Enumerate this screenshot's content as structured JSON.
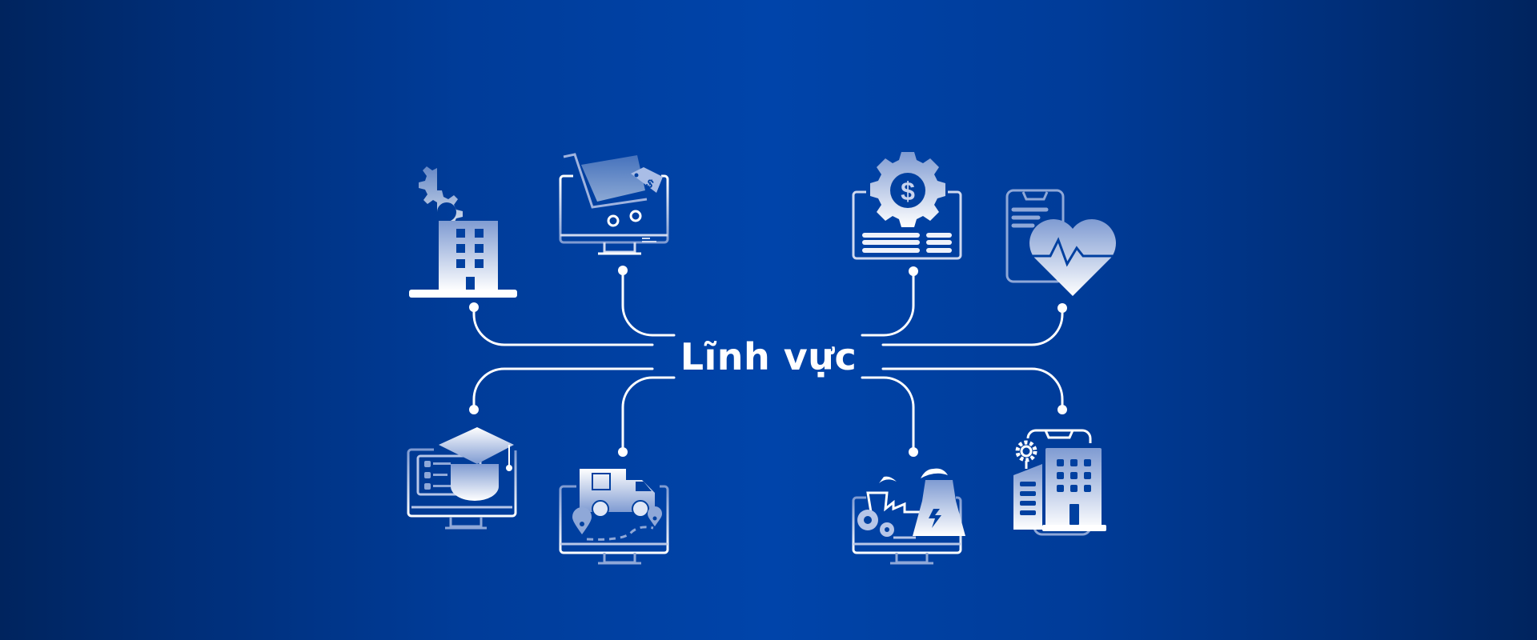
{
  "banner": {
    "title": "Lĩnh vực",
    "colors": {
      "background_center": "#0044aa",
      "background_edge": "#00245e",
      "line": "#ffffff",
      "icon_gradient_top": "#8fa8d8",
      "icon_gradient_bottom": "#ffffff"
    }
  },
  "fields": [
    {
      "id": "manufacturing",
      "icon": "factory-building-gear-icon",
      "position": "top-left-far"
    },
    {
      "id": "ecommerce",
      "icon": "shopping-cart-monitor-icon",
      "position": "top-left-near"
    },
    {
      "id": "finance",
      "icon": "dollar-gear-document-icon",
      "position": "top-right-near"
    },
    {
      "id": "healthcare",
      "icon": "phone-heart-pulse-icon",
      "position": "top-right-far"
    },
    {
      "id": "education",
      "icon": "graduation-cap-monitor-icon",
      "position": "bottom-left-far"
    },
    {
      "id": "logistics",
      "icon": "delivery-truck-map-icon",
      "position": "bottom-left-near"
    },
    {
      "id": "energy",
      "icon": "power-plant-monitor-icon",
      "position": "bottom-right-near"
    },
    {
      "id": "smart-building",
      "icon": "office-building-phone-gear-icon",
      "position": "bottom-right-far"
    }
  ]
}
